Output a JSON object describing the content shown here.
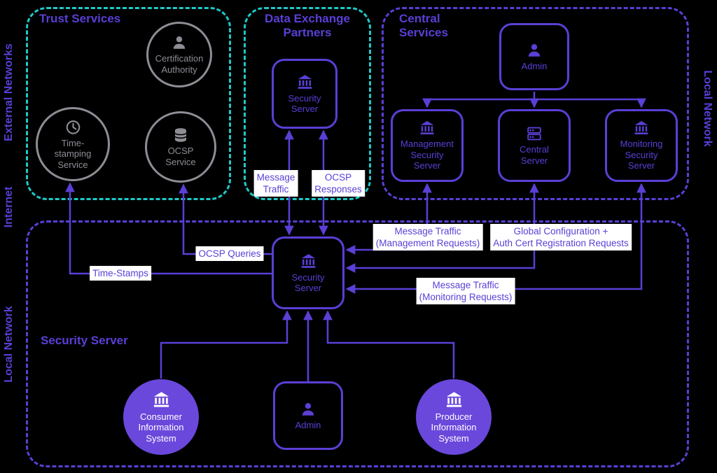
{
  "colors": {
    "purple": "#5B3FD6",
    "purple_fill": "#6A48DC",
    "cyan": "#1FC9C9",
    "gray": "#8D8D95",
    "background": "#000000",
    "label_bg": "#FFFFFF"
  },
  "side_labels": {
    "left_top": "External Networks",
    "left_middle": "Internet",
    "left_bottom": "Local Network",
    "right": "Local Network"
  },
  "trust_services": {
    "title": "Trust Services",
    "certification_authority": "Certification\nAuthority",
    "timestamping_service": "Time-\nstamping\nService",
    "ocsp_service": "OCSP\nService"
  },
  "data_exchange_partners": {
    "title": "Data Exchange\nPartners",
    "security_server": "Security\nServer"
  },
  "central_services": {
    "title": "Central\nServices",
    "admin": "Admin",
    "management_security_server": "Management\nSecurity\nServer",
    "central_server": "Central\nServer",
    "monitoring_security_server": "Monitoring\nSecurity\nServer"
  },
  "local_network": {
    "title": "Security Server",
    "security_server": "Security\nServer",
    "consumer_information_system": "Consumer\nInformation\nSystem",
    "admin": "Admin",
    "producer_information_system": "Producer\nInformation\nSystem"
  },
  "edge_labels": {
    "message_traffic": "Message\nTraffic",
    "ocsp_responses": "OCSP\nResponses",
    "ocsp_queries": "OCSP Queries",
    "time_stamps": "Time-Stamps",
    "management_requests": "Message Traffic\n(Management Requests)",
    "global_config": "Global Configuration +\nAuth Cert Registration Requests",
    "monitoring_requests": "Message Traffic\n(Monitoring Requests)"
  }
}
